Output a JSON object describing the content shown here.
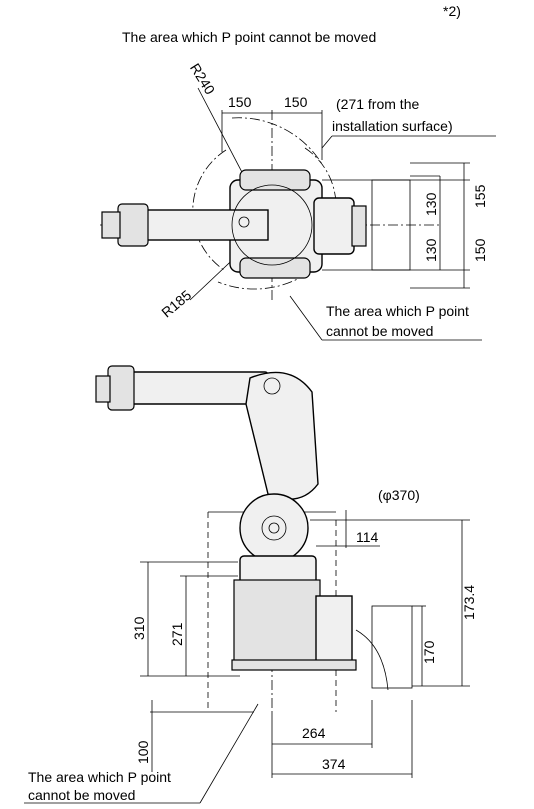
{
  "top_view": {
    "note_mark": "*2)",
    "note_title": "The area which P point cannot be moved",
    "radius_outer": "R240",
    "radius_inner": "R185",
    "dim_left": "150",
    "dim_right": "150",
    "install_note_line1": "(271 from the",
    "install_note_line2": "installation surface)",
    "dim_130_top": "130",
    "dim_130_bottom": "130",
    "dim_155": "155",
    "dim_150": "150",
    "callout_line1": "The area which P point",
    "callout_line2": "cannot be moved"
  },
  "side_view": {
    "diameter": "(φ370)",
    "dim_114": "114",
    "dim_173_4": "173.4",
    "dim_310": "310",
    "dim_271": "271",
    "dim_170": "170",
    "dim_264": "264",
    "dim_374": "374",
    "dim_100": "100",
    "callout_line1": "The area which P point",
    "callout_line2": "cannot be moved"
  }
}
